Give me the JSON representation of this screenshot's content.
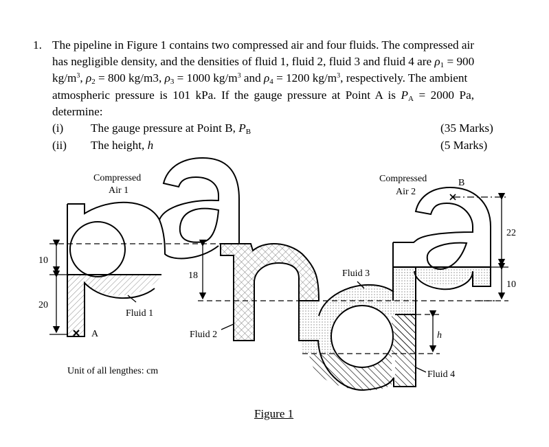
{
  "question": {
    "number": "1.",
    "line1": "The pipeline in Figure 1 contains two compressed air and four fluids. The compressed air",
    "line2_prefix": "has negligible density, and the densities of fluid 1, fluid 2, fluid 3 and fluid 4 are",
    "rho1": {
      "symbol": "ρ",
      "sub": "1",
      "value": "= 900"
    },
    "line3": {
      "unit1": "kg/m",
      "sup1": "3",
      "rho2": "ρ",
      "rho2_sub": "2",
      "rho2_val": "= 800 kg/m3,",
      "rho3": "ρ",
      "rho3_sub": "3",
      "rho3_val": "= 1000 kg/m",
      "and": "and",
      "rho4": "ρ",
      "rho4_sub": "4",
      "rho4_val": "= 1200 kg/m",
      "tail": ", respectively. The ambient"
    },
    "line4_prefix": "atmospheric pressure is 101 kPa. If the gauge pressure at Point A is",
    "PA": {
      "symbol": "P",
      "sub": "A",
      "value": "= 2000 Pa,"
    },
    "line5": "determine:",
    "parts": [
      {
        "label": "(i)",
        "text": "The gauge pressure at Point B,",
        "var": "P",
        "var_sub": "B",
        "marks": "(35 Marks)"
      },
      {
        "label": "(ii)",
        "text": "The height,",
        "var": "h",
        "marks": "(5 Marks)"
      }
    ]
  },
  "figure": {
    "caption": "Figure 1",
    "unit_note": "Unit of all lengthes: cm",
    "labels": {
      "air1_line1": "Compressed",
      "air1_line2": "Air 1",
      "air2_line1": "Compressed",
      "air2_line2": "Air 2",
      "fluid1": "Fluid 1",
      "fluid2": "Fluid 2",
      "fluid3": "Fluid 3",
      "fluid4": "Fluid 4",
      "pointA": "A",
      "pointB": "B",
      "h": "h"
    },
    "dimensions": {
      "d10_left": "10",
      "d20_left": "20",
      "d18": "18",
      "d22": "22",
      "d10_right": "10"
    },
    "colors": {
      "stroke": "#000000",
      "background": "#ffffff"
    }
  }
}
